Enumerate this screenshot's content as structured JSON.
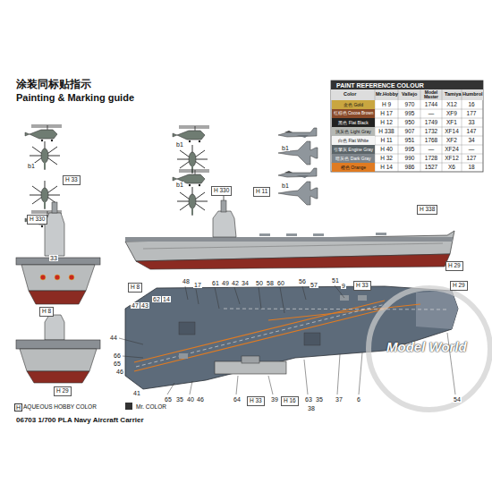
{
  "diagram": {
    "caption": "06703 1/700 PLA Navy Aircraft Carrier",
    "labels": [
      "涂装同标贴指示",
      "Painting & Marking guide",
      "PAINT REFERENCE COLOUR",
      "Color",
      "Mr.Hobby",
      "Vallejo",
      "Model Master",
      "Tamiya",
      "Humbrol",
      "b1",
      "H 33",
      "b1",
      "b1",
      "H 330",
      "b1",
      "H 11",
      "b1",
      "H 338",
      "H 29",
      "33",
      "H 8",
      "H 29",
      "H 330",
      "H 8",
      "48",
      "17",
      "61",
      "49",
      "42",
      "34",
      "50",
      "58",
      "60",
      "56",
      "57",
      "51",
      "9",
      "H 33",
      "H 29",
      "62",
      "14",
      "47",
      "43",
      "44",
      "66",
      "65",
      "46",
      "41",
      "65",
      "35",
      "40",
      "46",
      "64",
      "H 33",
      "39",
      "H 16",
      "63",
      "35",
      "37",
      "6",
      "38",
      "54",
      "H",
      "Model World",
      "H 9",
      "970",
      "1744",
      "X12",
      "16",
      "H 17",
      "995",
      "—",
      "XF9",
      "177",
      "H 12",
      "950",
      "1749",
      "XF1",
      "33",
      "H 338",
      "907",
      "1732",
      "XF14",
      "147",
      "H 11",
      "951",
      "1768",
      "XF2",
      "34",
      "H 40",
      "995",
      "—",
      "XF24",
      "—",
      "H 32",
      "990",
      "1728",
      "XF12",
      "127",
      "H 14",
      "986",
      "1527",
      "X6",
      "18"
    ],
    "legend": [
      {
        "text": "金色 Gold",
        "color": "#c9a640"
      },
      {
        "text": "红棕色 Cocoa Brown",
        "color": "#8a4a2a"
      },
      {
        "text": "黑色 Flat Black",
        "color": "#222222"
      },
      {
        "text": "浅灰色 Light Gray",
        "color": "#b5b8b4"
      },
      {
        "text": "白色 Flat White",
        "color": "#f4f4f4"
      },
      {
        "text": "引擎灰 Engine Gray",
        "color": "#5b6468"
      },
      {
        "text": "暗灰色 Dark Gray",
        "color": "#7d848a"
      },
      {
        "text": "橙色 Orange",
        "color": "#e07b22"
      },
      {
        "text": "AQUEOUS HOBBY COLOR"
      },
      {
        "text": "Mr. COLOR"
      }
    ]
  }
}
